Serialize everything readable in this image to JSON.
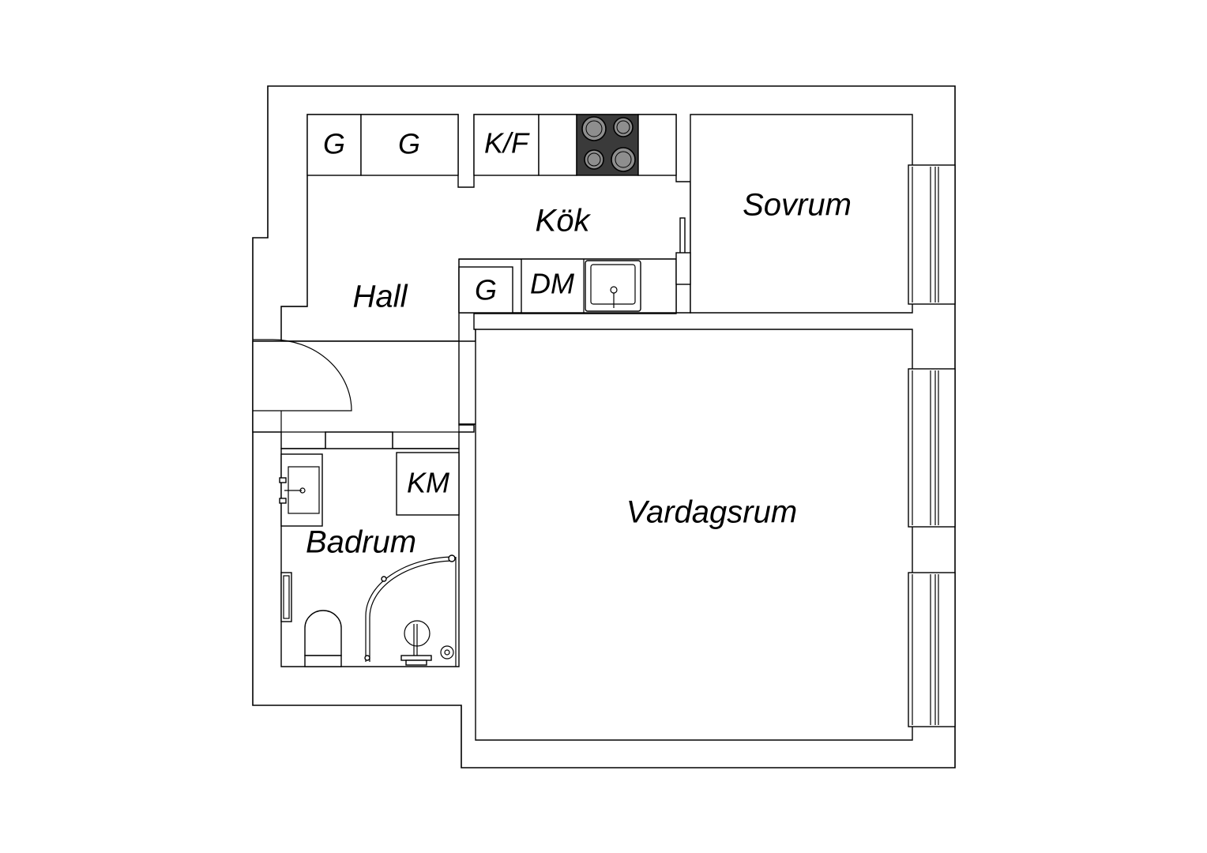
{
  "rooms": {
    "kok": "Kök",
    "sovrum": "Sovrum",
    "hall": "Hall",
    "vardagsrum": "Vardagsrum",
    "badrum": "Badrum"
  },
  "fixtures": {
    "wardrobe_1": "G",
    "wardrobe_2": "G",
    "fridge_freezer": "K/F",
    "wardrobe_3": "G",
    "dishwasher": "DM",
    "washing_machine": "KM"
  }
}
